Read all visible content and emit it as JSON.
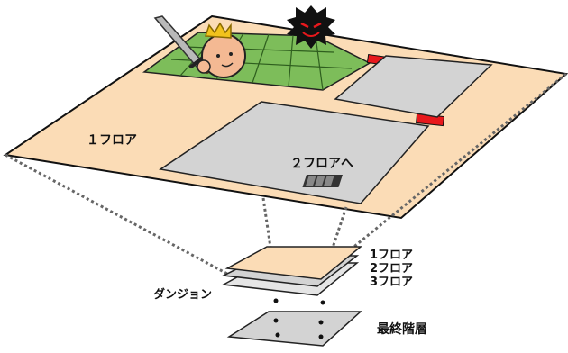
{
  "labels": {
    "floor1_on_map": "１フロア",
    "to_floor2": "２フロアへ",
    "dungeon": "ダンジョン",
    "stack_floor1": "1フロア",
    "stack_floor2": "2フロア",
    "stack_floor3": "3フロア",
    "final_floor": "最終階層"
  },
  "colors": {
    "floor_fill": "#fbdcb6",
    "room_fill": "#d3d3d3",
    "grid_fill": "#7dbd5a",
    "door_red": "#e8181c",
    "outline": "#111111"
  },
  "icons": [
    "sword-icon",
    "player-head-icon",
    "crown-icon",
    "enemy-spiky-icon",
    "stairs-icon"
  ]
}
